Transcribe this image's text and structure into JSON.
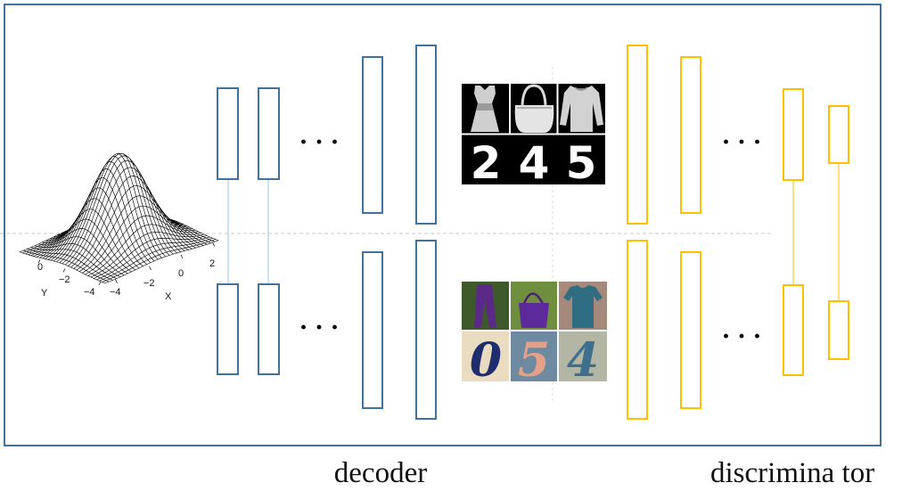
{
  "diagram": {
    "decoder_label": "decoder",
    "discriminator_label": "discrimina tor",
    "ellipsis": "· · ·"
  },
  "gaussian_plot": {
    "x_axis_label": "X",
    "y_axis_label": "Y",
    "x_tick_labels": [
      "−4",
      "−2",
      "0",
      "2"
    ],
    "y_tick_labels": [
      "0",
      "−2",
      "−4"
    ]
  },
  "samples": {
    "grayscale_digits": [
      "2",
      "4",
      "5"
    ],
    "color_digits": [
      "0",
      "5",
      "4"
    ]
  },
  "colors": {
    "frame": "#41719c",
    "decoder_layers": "#41719c",
    "discriminator_layers": "#ffc000",
    "guide_lines": "#c8c8c8"
  }
}
